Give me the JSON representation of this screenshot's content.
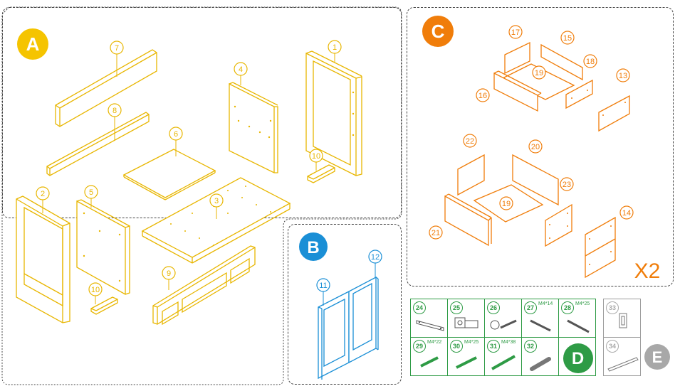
{
  "sections": {
    "A": {
      "label": "A",
      "color": "#f5c400"
    },
    "B": {
      "label": "B",
      "color": "#1a8fd6"
    },
    "C": {
      "label": "C",
      "color": "#f07d0a",
      "multiplier": "X2"
    },
    "D": {
      "label": "D",
      "color": "#2e9b45"
    },
    "E": {
      "label": "E",
      "color": "#a8a8a8"
    }
  },
  "parts_a": [
    "7",
    "4",
    "1",
    "8",
    "6",
    "10",
    "2",
    "5",
    "3",
    "10",
    "9"
  ],
  "parts_b": [
    "11",
    "12"
  ],
  "parts_c": [
    "17",
    "15",
    "18",
    "19",
    "16",
    "13",
    "22",
    "20",
    "23",
    "19",
    "21",
    "14"
  ],
  "hardware_d": [
    {
      "num": "24",
      "size": ""
    },
    {
      "num": "25",
      "size": ""
    },
    {
      "num": "26",
      "size": ""
    },
    {
      "num": "27",
      "size": "M4*14"
    },
    {
      "num": "28",
      "size": "M4*25"
    },
    {
      "num": "29",
      "size": "M4*22"
    },
    {
      "num": "30",
      "size": "M4*25"
    },
    {
      "num": "31",
      "size": "M4*38"
    },
    {
      "num": "32",
      "size": ""
    }
  ],
  "hardware_e": [
    {
      "num": "33"
    },
    {
      "num": "34"
    }
  ]
}
